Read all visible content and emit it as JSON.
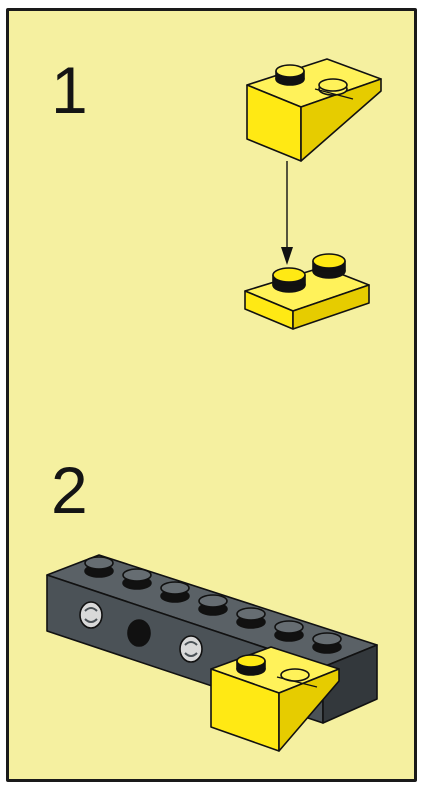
{
  "steps": [
    {
      "number": "1"
    },
    {
      "number": "2"
    }
  ],
  "colors": {
    "background": "#f5f0a0",
    "border": "#1a1a1a",
    "brick_yellow": "#ffee1a",
    "brick_dark_gray": "#4b5257",
    "outline": "#111111"
  },
  "icons": [
    "arrow-down-icon",
    "yellow-inverted-slope-brick",
    "yellow-plate-2x1",
    "dark-gray-technic-beam"
  ]
}
